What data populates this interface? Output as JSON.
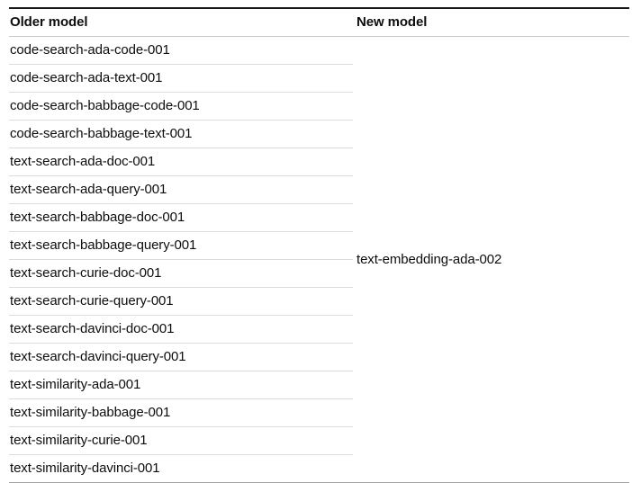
{
  "table": {
    "headers": [
      "Older model",
      "New model"
    ],
    "older_models": [
      "code-search-ada-code-001",
      "code-search-ada-text-001",
      "code-search-babbage-code-001",
      "code-search-babbage-text-001",
      "text-search-ada-doc-001",
      "text-search-ada-query-001",
      "text-search-babbage-doc-001",
      "text-search-babbage-query-001",
      "text-search-curie-doc-001",
      "text-search-curie-query-001",
      "text-search-davinci-doc-001",
      "text-search-davinci-query-001",
      "text-similarity-ada-001",
      "text-similarity-babbage-001",
      "text-similarity-curie-001",
      "text-similarity-davinci-001"
    ],
    "new_model": "text-embedding-ada-002"
  },
  "colors": {
    "text": "#0d0d0d",
    "top_border": "#191919",
    "header_separator": "#c9c9c9",
    "row_separator": "#dcdcdc",
    "bottom_border": "#a3a3a3"
  }
}
